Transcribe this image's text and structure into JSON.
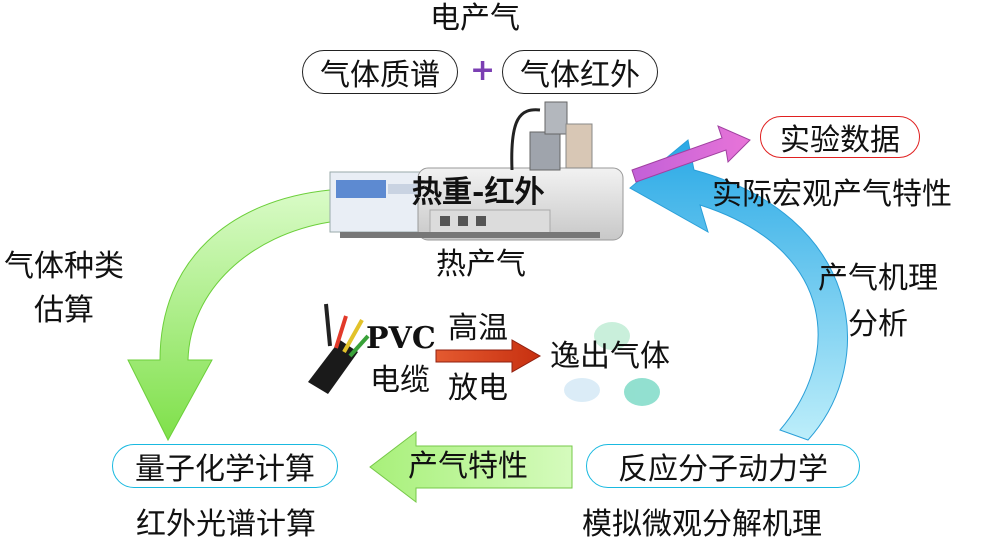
{
  "top": {
    "title": "电产气",
    "pill_left": "气体质谱",
    "pill_right": "气体红外",
    "plus": "+"
  },
  "instrument": {
    "label": "热重-红外",
    "sublabel": "热产气"
  },
  "right_top": {
    "data_pill": "实验数据",
    "caption": "实际宏观产气特性"
  },
  "left_arc": {
    "line1": "气体种类",
    "line2": "估算"
  },
  "right_arc": {
    "line1": "产气机理",
    "line2": "分析"
  },
  "center": {
    "material_line1": "PVC",
    "material_line2": "电缆",
    "condition_top": "高温",
    "condition_bottom": "放电",
    "result": "逸出气体"
  },
  "bottom": {
    "left_pill": "量子化学计算",
    "left_caption": "红外光谱计算",
    "arrow_label": "产气特性",
    "right_pill": "反应分子动力学",
    "right_caption": "模拟微观分解机理"
  },
  "colors": {
    "plus": "#7b3fb3",
    "data_pill_border": "#e02020",
    "left_pill_border": "#19b9e0",
    "right_pill_border": "#19b9e0",
    "green_arrow": "#a7f078",
    "blue_arrow": "#35b6e8",
    "red_arrow": "#e04a1e",
    "magenta_arrow": "#d85ad8"
  }
}
